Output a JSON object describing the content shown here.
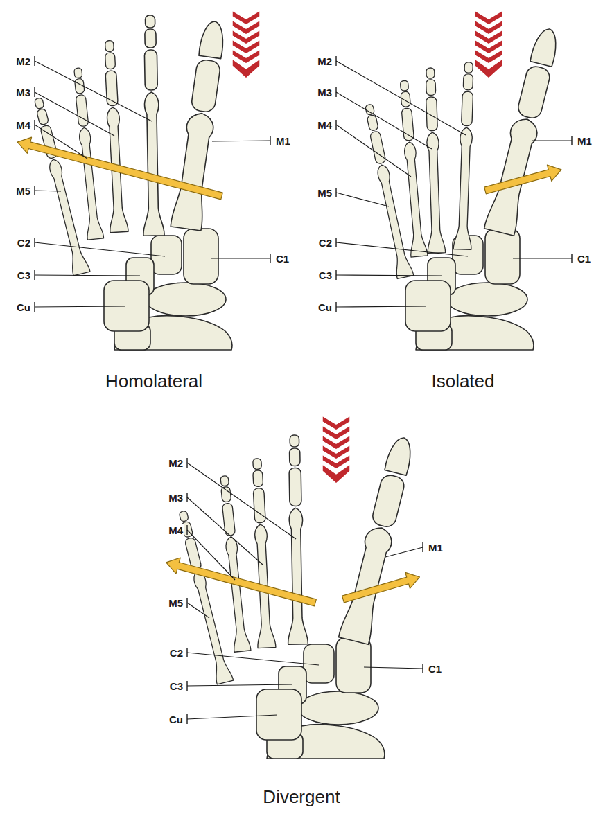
{
  "diagram": {
    "labels": [
      "M2",
      "M3",
      "M4",
      "M5",
      "C2",
      "C3",
      "Cu",
      "M1",
      "C1",
      "M2",
      "M3",
      "M4",
      "M5",
      "C2",
      "C3",
      "Cu",
      "M1",
      "C1",
      "Homolateral",
      "Isolated",
      "M2",
      "M3",
      "M4",
      "M5",
      "C2",
      "C3",
      "Cu",
      "M1",
      "C1",
      "Divergent"
    ]
  }
}
